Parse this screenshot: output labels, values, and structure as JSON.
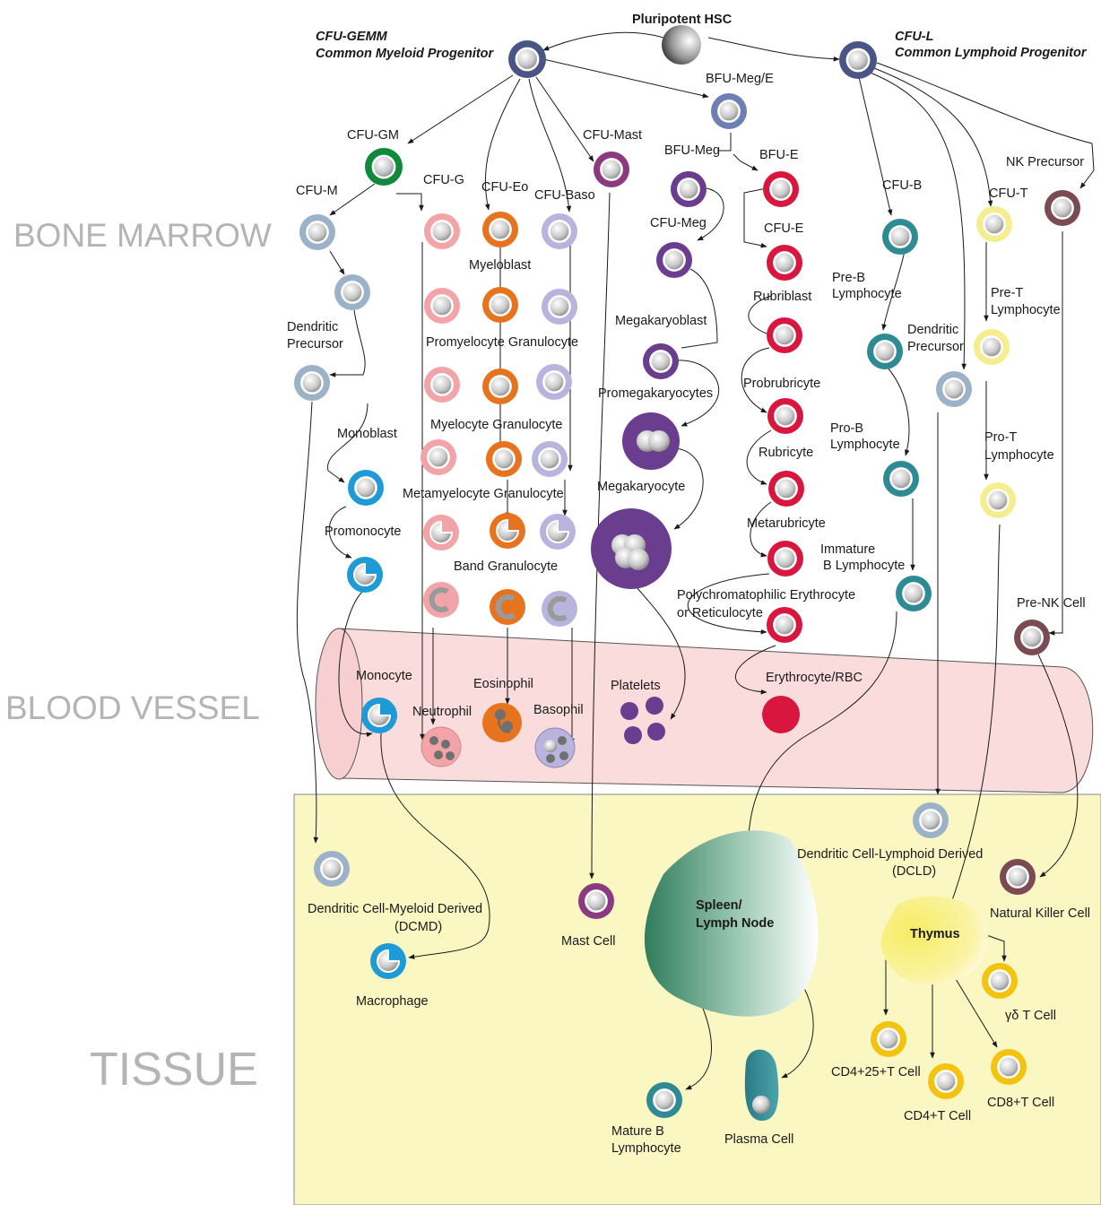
{
  "zones": {
    "bone_marrow": "BONE MARROW",
    "blood_vessel": "BLOOD VESSEL",
    "tissue": "TISSUE"
  },
  "header": {
    "hsc": "Pluripotent HSC",
    "cmp_line1": "CFU-GEMM",
    "cmp_line2": "Common Myeloid Progenitor",
    "clp_line1": "CFU-L",
    "clp_line2": "Common Lymphoid Progenitor"
  },
  "labels": {
    "bfu_meg_e": "BFU-Meg/E",
    "cfu_gm": "CFU-GM",
    "cfu_mast": "CFU-Mast",
    "bfu_meg": "BFU-Meg",
    "bfu_e": "BFU-E",
    "cfu_m": "CFU-M",
    "cfu_g": "CFU-G",
    "cfu_eo": "CFU-Eo",
    "cfu_baso": "CFU-Baso",
    "cfu_meg": "CFU-Meg",
    "cfu_e": "CFU-E",
    "cfu_b": "CFU-B",
    "cfu_t": "CFU-T",
    "nk_precursor": "NK Precursor",
    "myeloblast": "Myeloblast",
    "rubriblast": "Rubriblast",
    "pre_b_1": "Pre-B",
    "pre_b_2": "Lymphocyte",
    "pre_t_1": "Pre-T",
    "pre_t_2": "Lymphocyte",
    "dend_prec_m_1": "Dendritic",
    "dend_prec_m_2": "Precursor",
    "dend_prec_l_1": "Dendritic",
    "dend_prec_l_2": "Precursor",
    "megakaryoblast": "Megakaryoblast",
    "promyelocyte": "Promyelocyte Granulocyte",
    "promegakaryocytes": "Promegakaryocytes",
    "probrubricyte": "Probrubricyte",
    "monoblast": "Monoblast",
    "myelocyte": "Myelocyte Granulocyte",
    "pro_b_1": "Pro-B",
    "pro_b_2": "Lymphocyte",
    "pro_t_1": "Pro-T",
    "pro_t_2": "Lymphocyte",
    "rubricyte": "Rubricyte",
    "megakaryocyte": "Megakaryocyte",
    "metamyelocyte": "Metamyelocyte Granulocyte",
    "metarubricyte": "Metarubricyte",
    "promonocyte": "Promonocyte",
    "immature_b_1": "Immature",
    "immature_b_2": "B Lymphocyte",
    "band": "Band Granulocyte",
    "polychrom_1": "Polychromatophilic Erythrocyte",
    "polychrom_2": "or Reticulocyte",
    "pre_nk": "Pre-NK Cell",
    "monocyte": "Monocyte",
    "eosinophil": "Eosinophil",
    "neutrophil": "Neutrophil",
    "basophil": "Basophil",
    "platelets": "Platelets",
    "erythrocyte": "Erythrocyte/RBC",
    "dcld_1": "Dendritic Cell-Lymphoid Derived",
    "dcld_2": "(DCLD)",
    "dcmd_1": "Dendritic Cell-Myeloid Derived",
    "dcmd_2": "(DCMD)",
    "mast_cell": "Mast Cell",
    "spleen_1": "Spleen/",
    "spleen_2": "Lymph Node",
    "thymus": "Thymus",
    "nk_cell": "Natural Killer Cell",
    "macrophage": "Macrophage",
    "gd_t": "γδ T Cell",
    "cd4_25": "CD4+25+T Cell",
    "cd4": "CD4+T Cell",
    "cd8": "CD8+T Cell",
    "mature_b_1": "Mature B",
    "mature_b_2": "Lymphocyte",
    "plasma": "Plasma Cell"
  },
  "colors": {
    "hsc": "#8a8a8a",
    "progenitor": "#4a5585",
    "bfu_meg_e": "#6f7fb3",
    "cfu_gm": "#0f8a3c",
    "mast": "#8b3a7f",
    "megakaryocyte": "#6b3d8f",
    "erythroid": "#d9163d",
    "dendritic": "#9cb2c8",
    "monocyte": "#1e9bd7",
    "neutrophil": "#f2a4a8",
    "eosinophil": "#e8731e",
    "basophil": "#b9b4dd",
    "b_lineage": "#2f8b93",
    "t_lineage": "#f5ee90",
    "nk": "#7b4a52",
    "t_mature": "#f2c30f",
    "vessel_fill": "#fbdcdc",
    "tissue_fill": "#faf7c3"
  }
}
